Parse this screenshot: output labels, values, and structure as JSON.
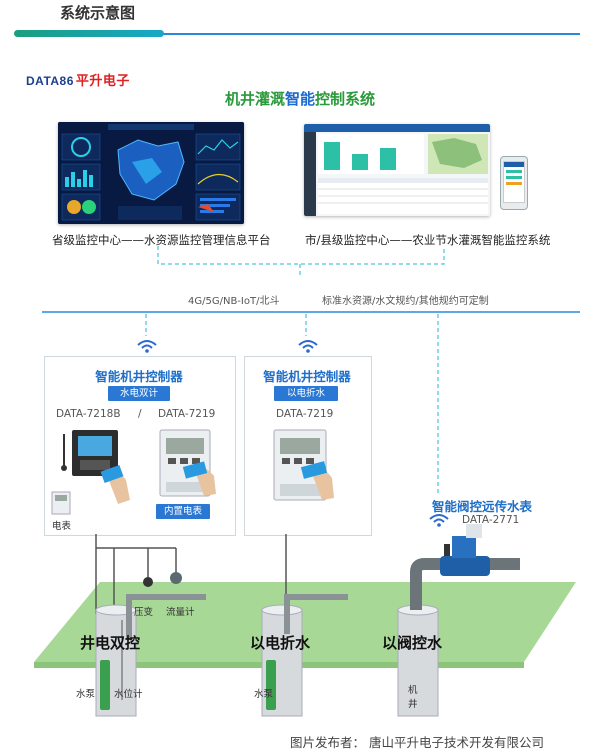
{
  "header": {
    "title": "系统示意图"
  },
  "logo": {
    "brand": "DATA86",
    "cn": "平升电子"
  },
  "system_title_a": "机井灌溉",
  "system_title_b": "智能",
  "system_title_c": "控制系统",
  "centers": {
    "province": "省级监控中心——水资源监控管理信息平台",
    "city": "市/县级监控中心——农业节水灌溉智能监控系统"
  },
  "network": {
    "left": "4G/5G/NB-IoT/北斗",
    "right": "标准水资源/水文规约/其他规约可定制"
  },
  "controller1": {
    "title": "智能机井控制器",
    "badge": "水电双计",
    "model_a": "DATA-7218B",
    "sep": "/",
    "model_b": "DATA-7219",
    "meter_label": "电表",
    "builtin": "内置电表"
  },
  "controller2": {
    "title": "智能机井控制器",
    "badge": "以电折水",
    "model": "DATA-7219"
  },
  "valve": {
    "title": "智能阀控远传水表",
    "model": "DATA-2771"
  },
  "ground": {
    "label1": "井电双控",
    "label2": "以电折水",
    "label3": "以阀控水",
    "pressure": "压变",
    "flow": "流量计",
    "pump1": "水泵",
    "level": "水位计",
    "pump2": "水泵",
    "well": "机井"
  },
  "footer": "图片发布者：  唐山平升电子技术开发有限公司"
}
